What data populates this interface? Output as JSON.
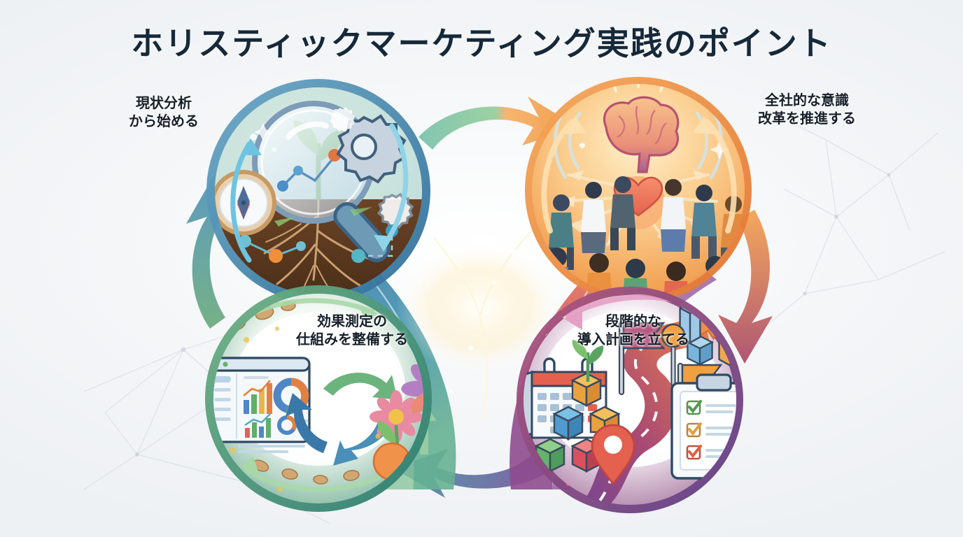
{
  "page": {
    "title": "ホリスティックマーケティング実践のポイント",
    "background_color": "#f3f5f7",
    "title_color": "#16293a"
  },
  "diagram": {
    "type": "four-stage-cycle",
    "center_motif": "intertwined-flow-crossing",
    "nodes": [
      {
        "id": "analysis",
        "position": "top-left",
        "label": "現状分析\nから始める",
        "accent_color": "#3d7fa8",
        "fill_from": "#cfe6e2",
        "fill_to": "#8fbfd6",
        "icons": [
          "magnifier-icon",
          "seedling-icon",
          "roots-icon",
          "compass-icon",
          "gear-icon",
          "data-node-icon",
          "soil-icon"
        ]
      },
      {
        "id": "mindset",
        "position": "top-right",
        "label": "全社的な意識\n改革を推進する",
        "accent_color": "#ef9b4b",
        "fill_from": "#fbd49a",
        "fill_to": "#f2933f",
        "icons": [
          "brain-icon",
          "heart-icon",
          "people-circle-icon",
          "radiating-arrows-icon",
          "sparkle-icon"
        ]
      },
      {
        "id": "measurement",
        "position": "bottom-left",
        "label": "効果測定の\n仕組みを整備する",
        "accent_color": "#4f9a78",
        "fill_from": "#79b98d",
        "fill_to": "#2f7f72",
        "icons": [
          "dashboard-icon",
          "bar-chart-icon",
          "donut-chart-icon",
          "recycle-arrows-icon",
          "flower-icon",
          "fruit-icon",
          "seed-icon"
        ]
      },
      {
        "id": "rollout",
        "position": "bottom-right",
        "label": "段階的な\n導入計画を立てる",
        "accent_color": "#8d4f86",
        "fill_from": "#b25a7d",
        "fill_to": "#5c3f84",
        "icons": [
          "calendar-icon",
          "building-blocks-icon",
          "flag-icon",
          "location-pin-icon",
          "clipboard-checklist-icon",
          "winding-road-icon",
          "sprout-icon"
        ]
      }
    ],
    "connectors": [
      {
        "id": "analysis-to-mindset",
        "from": "analysis",
        "to": "mindset",
        "direction": "right",
        "color_from": "#6fb8a8",
        "color_to": "#f0a košt"
      },
      {
        "id": "mindset-to-rollout",
        "from": "mindset",
        "to": "rollout",
        "direction": "down",
        "color_from": "#f4a24e",
        "color_to": "#a8486a"
      },
      {
        "id": "rollout-to-measurement",
        "from": "rollout",
        "to": "measurement",
        "direction": "left",
        "color_from": "#7a5b9b",
        "color_to": "#4f93ad"
      },
      {
        "id": "measurement-to-analysis",
        "from": "measurement",
        "to": "analysis",
        "direction": "up",
        "color_from": "#6bab7c",
        "color_to": "#4e93bb"
      }
    ]
  }
}
